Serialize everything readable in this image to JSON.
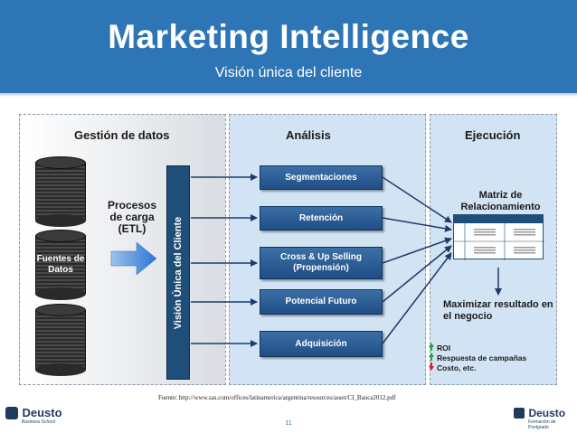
{
  "header": {
    "title": "Marketing Intelligence",
    "subtitle": "Visión única del cliente",
    "background_color": "#2e75b6"
  },
  "diagram": {
    "panels": {
      "gestion": "Gestión de datos",
      "analisis": "Análisis",
      "ejecucion": "Ejecución"
    },
    "fuentes_label": "Fuentes de Datos",
    "procesos_label": "Procesos de carga (ETL)",
    "vertical_label": "Visión Única del Cliente",
    "analysis_boxes": [
      "Segmentaciones",
      "Retención",
      "Cross & Up Selling (Propensión)",
      "Potencial Futuro",
      "Adquisición"
    ],
    "matrix_title": "Matriz de Relacionamiento",
    "maximizar": "Maximizar resultado en el negocio",
    "legend": [
      {
        "icon": "up-arrow-icon",
        "color": "#2e9e3e",
        "text": "ROI"
      },
      {
        "icon": "up-arrow-icon",
        "color": "#2e9e3e",
        "text": "Respuesta de campañas"
      },
      {
        "icon": "down-arrow-icon",
        "color": "#d62020",
        "text": "Costo, etc."
      }
    ]
  },
  "footer": {
    "source": "Fuente: http://www.sas.com/offices/latinamerica/argentina/resources/asset/CI_Banca2012.pdf",
    "page_number": "11",
    "logo_left": "Deusto",
    "logo_left_sub": "Business School",
    "logo_right": "Deusto",
    "logo_right_sub": "Formación de Postgrado"
  }
}
